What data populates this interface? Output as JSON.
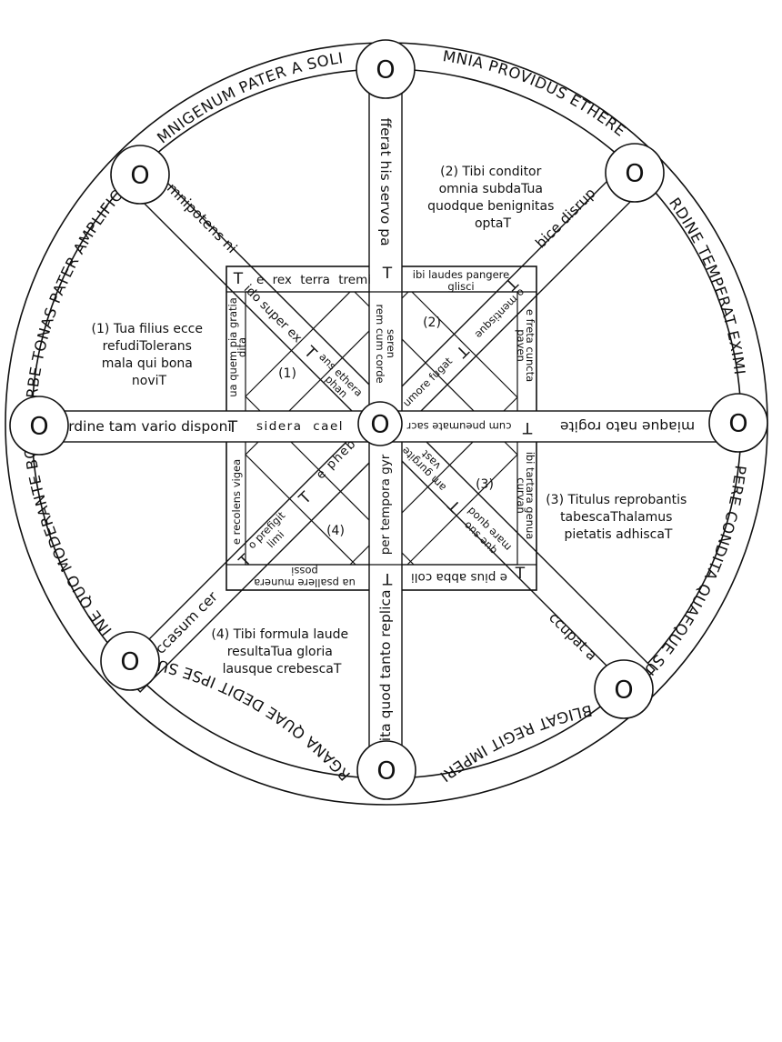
{
  "center_letter": "O",
  "rim_letters": [
    "O",
    "O",
    "O",
    "O",
    "O",
    "O",
    "O",
    "O"
  ],
  "ring_texts": {
    "top_left": "MNIGENUM PATER A SOLI",
    "top_right": "MNIA PROVIDUS ETHERE",
    "right_upper": "RDINE TEMPERAT EXIMI",
    "right_lower": "PERE CONDITA QUAEQUE SU",
    "bottom_right": "BLIGAT REGIT IMPERI",
    "bottom_left": "RGANA QUAE DEDIT IPSE SU",
    "left_lower": "MINE QUO MODERANTE BON",
    "left_upper": "RBE TONAS PATER AMPLIFIC"
  },
  "spokes": {
    "north": "fferat his servo pa",
    "south": "rbita quod tanto replica",
    "east": "miaque nato rogite",
    "west": "rdine tam vario disponi",
    "ne": "bice disrup",
    "nw": "mnipotens ni",
    "se": "ccupat a",
    "sw": "ccasum cer"
  },
  "square": {
    "top_left": "e rex terra tremi",
    "top_right_1": "ibi laudes pangere",
    "top_right_2": "glisci",
    "bottom_left_1": "ua psallere munera",
    "bottom_left_2": "possi",
    "bottom_right": "e pius abba coli",
    "left_top_1": "ua quem pia gratia",
    "left_top_2": "dita",
    "left_bottom": "e recolens vigea",
    "right_top_1": "e freta cuncta",
    "right_top_2": "paven",
    "right_bottom_1": "ibi tartara genua",
    "right_bottom_2": "curvan"
  },
  "inner": {
    "west": "sidera cael",
    "east": "cum pneumate sacr",
    "north_1": "rem cum corde",
    "north_2": "seren",
    "south": "per tempora gyr",
    "nw_outer": "ido super ex",
    "nw_inner_1": "ans ethera",
    "nw_inner_2": "phan",
    "ne_outer": "o mentisque",
    "ne_inner": "umore fugat",
    "sw_outer_1": "o prefigit",
    "sw_outer_2": "limi",
    "sw_inner": "e pheb",
    "se_inner_1": "am gurgite",
    "se_inner_2": "vast",
    "se_outer_1": "que suo",
    "se_outer_2": "mare quod"
  },
  "markers": [
    "(1)",
    "(2)",
    "(3)",
    "(4)"
  ],
  "paragraphs": {
    "p1": [
      "(1) Tua filius ecce",
      "refudiTolerans",
      "mala qui bona",
      "noviT"
    ],
    "p2": [
      "(2) Tibi conditor",
      "omnia subdaTua",
      "quodque benignitas",
      "optaT"
    ],
    "p3": [
      "(3) Titulus reprobantis",
      "tabescaThalamus",
      "pietatis adhiscaT"
    ],
    "p4": [
      "(4) Tibi formula laude",
      "resultaTua gloria",
      "lausque crebescaT"
    ]
  },
  "t_glyph": "T"
}
